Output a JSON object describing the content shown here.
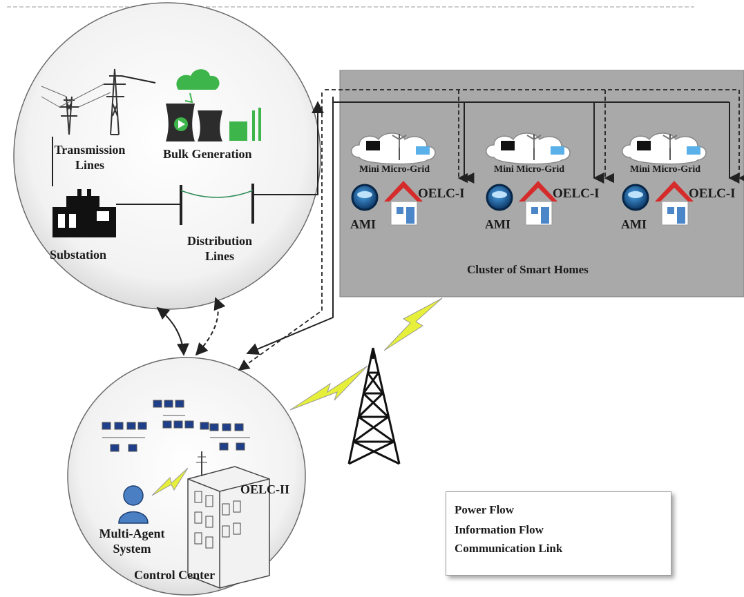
{
  "grid_panel": {
    "transmission_label_line1": "Transmission",
    "transmission_label_line2": "Lines",
    "bulk_generation_label": "Bulk Generation",
    "substation_label": "Substation",
    "distribution_label_line1": "Distribution",
    "distribution_label_line2": "Lines"
  },
  "smart_homes": {
    "cluster_label": "Cluster of Smart Homes",
    "homes": [
      {
        "microgrid_label": "Mini Micro-Grid",
        "controller_label": "OELC-I",
        "meter_label": "AMI"
      },
      {
        "microgrid_label": "Mini Micro-Grid",
        "controller_label": "OELC-I",
        "meter_label": "AMI"
      },
      {
        "microgrid_label": "Mini Micro-Grid",
        "controller_label": "OELC-I",
        "meter_label": "AMI"
      }
    ]
  },
  "control_center": {
    "title": "Control Center",
    "controller_label": "OELC-II",
    "agent_label_line1": "Multi-Agent",
    "agent_label_line2": "System"
  },
  "legend": {
    "items": [
      {
        "label": "Power Flow",
        "style": "solid"
      },
      {
        "label": "Information Flow",
        "style": "dashed"
      },
      {
        "label": "Communication Link",
        "style": "lightning"
      }
    ]
  },
  "colors": {
    "cluster_fill": "#a9a9a9",
    "lightning": "#e6ef3a",
    "roof": "#d62b2b",
    "meter": "#1d5fa0",
    "agent": "#4a7fc4"
  }
}
